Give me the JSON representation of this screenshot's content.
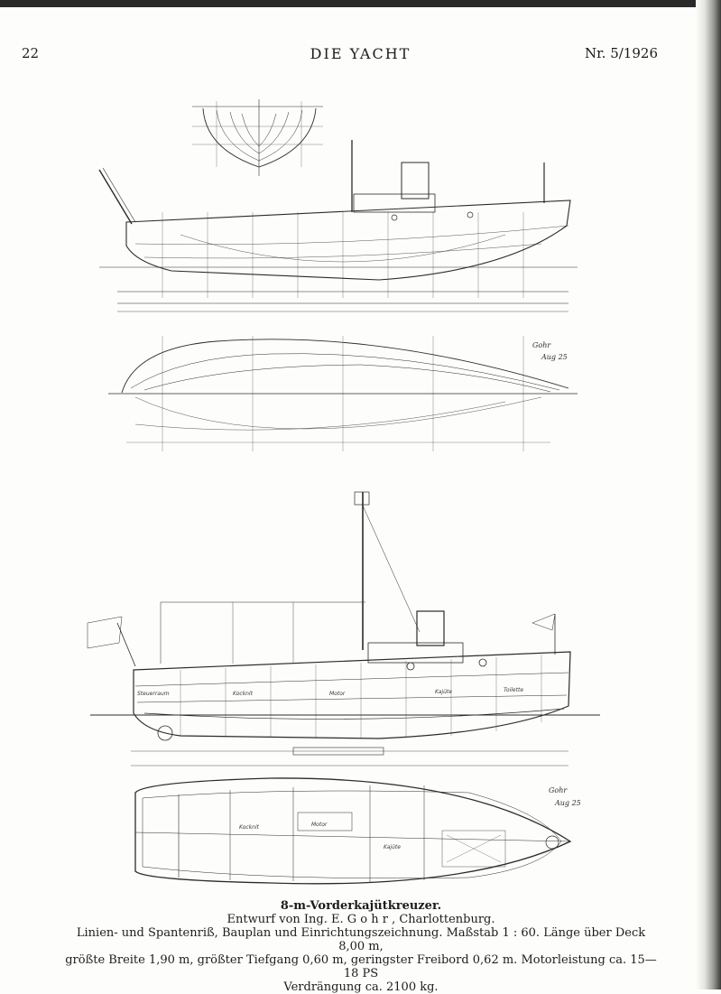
{
  "header": {
    "page_number": "22",
    "journal": "DIE YACHT",
    "issue": "Nr. 5/1926"
  },
  "drawing_labels": {
    "rooms": [
      "Steuerraum",
      "Kocknit",
      "Motor",
      "Kajüte",
      "Toilette"
    ],
    "signature": "Gohr",
    "signature_date": "Aug 25"
  },
  "caption": {
    "title": "8-m-Vorderkajütkreuzer.",
    "designer": "Entwurf von Ing. E. G o h r , Charlottenburg.",
    "line1": "Linien- und Spantenriß, Bauplan und Einrichtungszeichnung. Maßstab 1 : 60. Länge über Deck 8,00 m,",
    "line2": "größte Breite 1,90 m, größter Tiefgang 0,60 m, geringster Freibord 0,62 m. Motorleistung ca. 15—18 PS",
    "line3": "Verdrängung ca. 2100 kg."
  }
}
